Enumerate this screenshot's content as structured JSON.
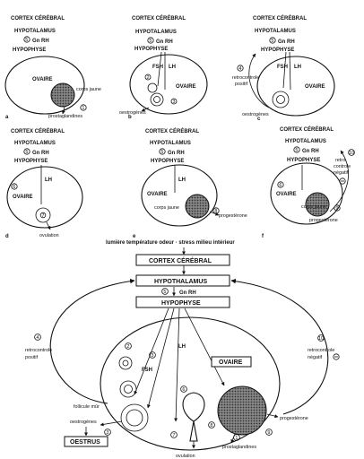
{
  "panels": {
    "a": {
      "letter": "a",
      "cortex": "CORTEX CÉRÉBRAL",
      "hypothalamus": "HYPOTALAMUS",
      "gnrh": "Gn RH",
      "n5": "5",
      "hypophyse": "HYPOPHYSE",
      "ovaire": "OVAIRE",
      "corps_jaune": "corps jaune",
      "prostaglandines": "prostaglandines",
      "n1": "1"
    },
    "b": {
      "letter": "b",
      "cortex": "CORTEX CÉRÉBRAL",
      "hypothalamus": "HYPOTALAMUS",
      "gnrh": "Gn RH",
      "n5": "5",
      "hypophyse": "HYPOPHYSE",
      "fsh": "FSH",
      "lh": "LH",
      "n2": "2",
      "n3": "3",
      "ovaire": "OVAIRE",
      "oestrogenes": "oestrogènes"
    },
    "c": {
      "letter": "c",
      "cortex": "CORTEX CÉRÉBRAL",
      "hypothalamus": "HYPOTALAMUS",
      "gnrh": "Gn RH",
      "n5": "5",
      "hypophyse": "HYPOPHYSE",
      "n4": "4",
      "retro": "retrocontrole",
      "positif": "positif",
      "fsh": "FSH",
      "lh": "LH",
      "ovaire": "OVAIRE",
      "oestrogenes": "oestrogènes"
    },
    "d": {
      "letter": "d",
      "cortex": "CORTEX CÉRÉBRAL",
      "hypothalamus": "HYPOTALAMUS",
      "gnrh": "Gn RH",
      "n5": "5",
      "hypophyse": "HYPOPHYSE",
      "lh": "LH",
      "n6": "6",
      "ovaire": "OVAIRE",
      "n7": "7",
      "ovulation": "ovulation"
    },
    "e": {
      "letter": "e",
      "cortex": "CORTEX CÉRÉBRAL",
      "hypothalamus": "HYPOTALAMUS",
      "gnrh": "Gn RH",
      "n5": "5",
      "hypophyse": "HYPOPHYSE",
      "lh": "LH",
      "ovaire": "OVAIRE",
      "corps_jaune": "corps jaune",
      "n8": "8",
      "progesterone": "progestérone"
    },
    "f": {
      "letter": "f",
      "cortex": "CORTEX CÉRÉBRAL",
      "hypothalamus": "HYPOTALAMUS",
      "gnrh": "Gn RH",
      "n5": "5",
      "hypophyse": "HYPOPHYSE",
      "n10": "10",
      "retro": "retro",
      "controle": "controle",
      "negatif": "négatif",
      "ovaire": "OVAIRE",
      "n6": "6",
      "corps_jaune": "corps jaune",
      "n9": "9",
      "progesterone": "progestérone"
    }
  },
  "main": {
    "factors": "lumière température odeur · stress milieu intérieur",
    "cortex": "CORTEX CÉRÉBRAL",
    "hypothalamus": "HYPOTHALAMUS",
    "n5": "5",
    "gnrh": "Gn RH",
    "hypophyse": "HYPOPHYSE",
    "n4": "4",
    "retro_pos": "retrocontrole",
    "positif": "positif",
    "n10": "10",
    "retro_neg": "retrocontrole",
    "negatif": "négatif",
    "n2": "2",
    "n3": "3",
    "fsh": "FSH",
    "lh": "LH",
    "n6": "6",
    "ovaire": "OVAIRE",
    "follicule": "follicule mûr",
    "oestrogenes": "oestrogènes",
    "n8": "8",
    "progesterone": "progestérone",
    "oestrus": "OESTRUS",
    "n7": "7",
    "ovulation": "ovulation",
    "n1": "1",
    "prostaglandines": "prostaglandines",
    "n9": "9"
  }
}
